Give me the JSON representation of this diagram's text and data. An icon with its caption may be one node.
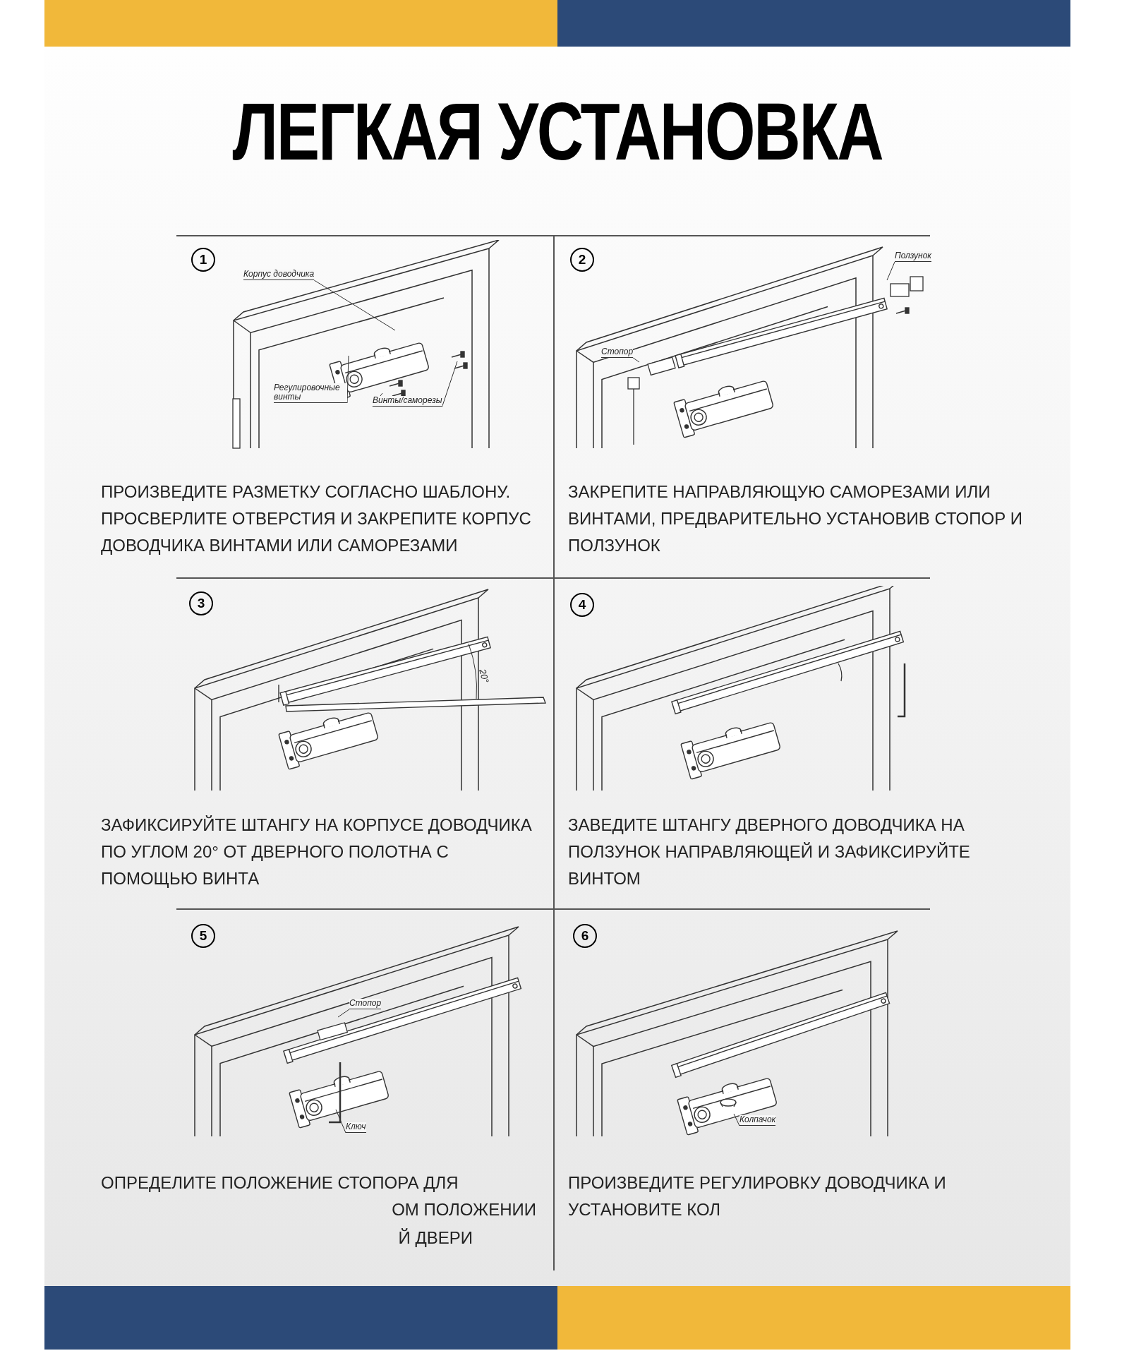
{
  "diagram": {
    "title": "ЛЕГКАЯ УСТАНОВКА",
    "nodes": [
      {
        "text": [
          "Корпус доводчика"
        ]
      },
      {
        "text": [
          "Регулировочные винты"
        ]
      },
      {
        "text": [
          "Винты/саморезы"
        ]
      },
      {
        "text": [
          "Ползунок"
        ]
      },
      {
        "text": [
          "Стопор"
        ]
      },
      {
        "text": [
          "Стопор"
        ]
      },
      {
        "text": [
          "Ключ"
        ]
      },
      {
        "text": [
          "Колпачок"
        ]
      }
    ],
    "edges": [
      {
        "from": 0,
        "to": null,
        "arrow": "none"
      },
      {
        "from": 1,
        "to": null,
        "arrow": "none"
      },
      {
        "from": 2,
        "to": null,
        "arrow": "none"
      },
      {
        "from": 2,
        "to": null,
        "arrow": "none"
      },
      {
        "from": 3,
        "to": null,
        "arrow": "none"
      },
      {
        "from": 4,
        "to": null,
        "arrow": "none"
      },
      {
        "from": 5,
        "to": null,
        "arrow": "none"
      },
      {
        "from": 6,
        "to": null,
        "arrow": "none"
      },
      {
        "from": 7,
        "to": null,
        "arrow": "none"
      }
    ],
    "labels": [
      "1",
      "2",
      "ПРОИЗВЕДИТЕ РАЗМЕТКУ СОГЛАСНО ШАБЛОНУ. ПРОСВЕРЛИТЕ ОТВЕРСТИЯ И ЗАКРЕПИТЕ КОРПУС ДОВОДЧИКА ВИНТАМИ ИЛИ САМОРЕЗАМИ",
      "ЗАКРЕПИТЕ НАПРАВЛЯЮЩУЮ САМОРЕЗАМИ ИЛИ ВИНТАМИ, ПРЕДВАРИТЕЛЬНО УСТАНОВИВ СТОПОР И ПОЛЗУНОК",
      "3",
      "20°",
      "4",
      "ЗАФИКСИРУЙТЕ ШТАНГУ НА КОРПУСЕ ДОВОДЧИКА ПО УГЛОМ 20° ОТ ДВЕРНОГО ПОЛОТНА С ПОМОЩЬЮ ВИНТА",
      "ЗАВЕДИТЕ ШТАНГУ ДВЕРНОГО ДОВОДЧИКА НА ПОЛЗУНОК НАПРАВЛЯЮЩЕЙ И ЗАФИКСИРУЙТЕ ВИНТОМ",
      "5",
      "6",
      "ОПРЕДЕЛИТЕ ПОЛОЖЕНИЕ СТОПОРА ДЛЯ",
      "ОМ ПОЛОЖЕНИИ",
      "Й ДВЕРИ",
      "ПРОИЗВЕДИТЕ РЕГУЛИРОВКУ ДОВОДЧИКА И УСТАНОВИТЕ КОЛ"
    ]
  }
}
